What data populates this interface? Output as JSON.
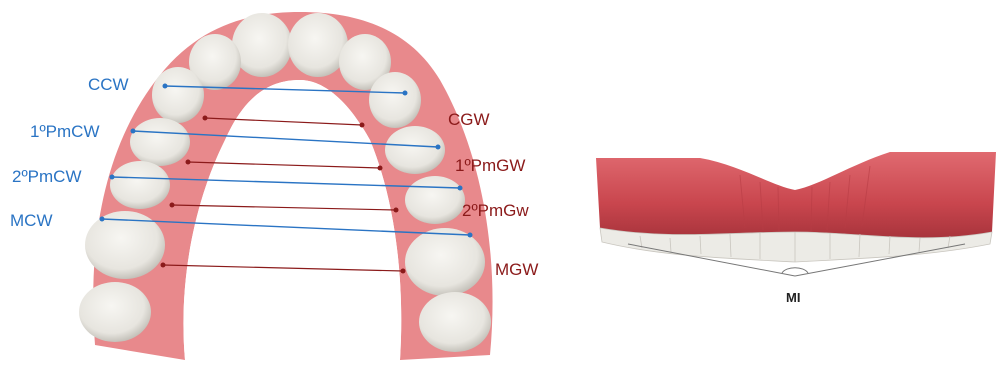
{
  "colors": {
    "blue": "#2a74c4",
    "dark_red": "#8b1a1a",
    "gum": "#e47f83",
    "gum_light": "#f3b3b4",
    "tooth": "#ecebe6",
    "tooth_shadow": "#b9b6ae"
  },
  "left_labels": {
    "ccw": "CCW",
    "pm1_cw": "1ºPmCW",
    "pm2_cw": "2ºPmCW",
    "mcw": "MCW"
  },
  "right_labels": {
    "cgw": "CGW",
    "pm1_gw": "1ºPmGW",
    "pm2_gw": "2ºPmGw",
    "mgw": "MGW"
  },
  "side_view": {
    "angle_label": "MI"
  }
}
